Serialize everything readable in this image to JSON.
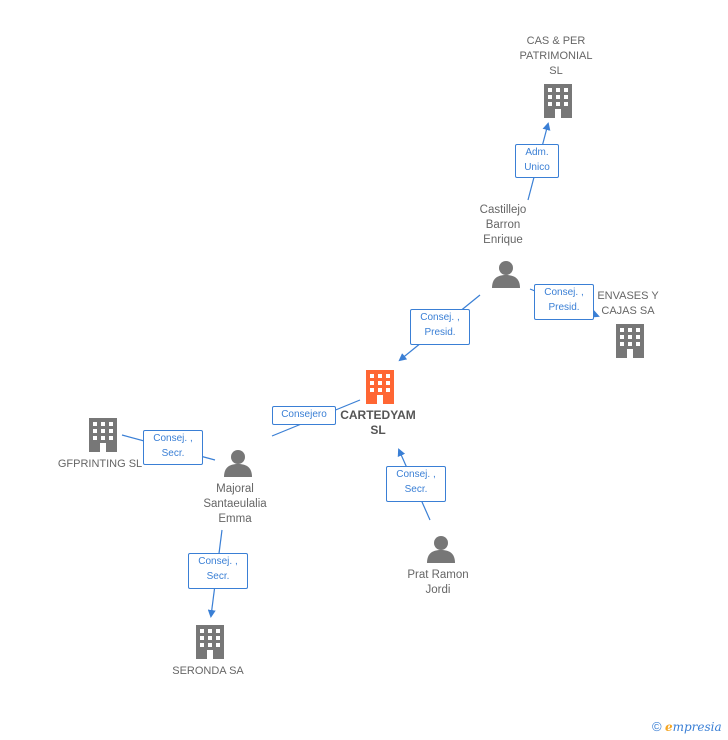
{
  "colors": {
    "focus_company": "#ff6633",
    "company": "#777777",
    "person": "#777777",
    "edge": "#3a7fd5"
  },
  "nodes": {
    "cartedyam": {
      "label": "CARTEDYAM\nSL",
      "icon": "building-icon"
    },
    "cas_per": {
      "label": "CAS & PER\nPATRIMONIAL\nSL",
      "icon": "building-icon"
    },
    "envases": {
      "label": "ENVASES Y\nCAJAS SA",
      "icon": "building-icon"
    },
    "gfprinting": {
      "label": "GFPRINTING SL",
      "icon": "building-icon"
    },
    "seronda": {
      "label": "SERONDA SA",
      "icon": "building-icon"
    },
    "castillejo": {
      "label": "Castillejo\nBarron\nEnrique",
      "icon": "person-icon"
    },
    "majoral": {
      "label": "Majoral\nSantaeulalia\nEmma",
      "icon": "person-icon"
    },
    "prat": {
      "label": "Prat Ramon\nJordi",
      "icon": "person-icon"
    }
  },
  "relations": {
    "adm_unico": "Adm.\nUnico",
    "consej_presid_1": "Consej. ,\nPresid.",
    "consej_presid_2": "Consej. ,\nPresid.",
    "consejero": "Consejero",
    "consej_secr_1": "Consej. ,\nSecr.",
    "consej_secr_2": "Consej. ,\nSecr.",
    "consej_secr_3": "Consej. ,\nSecr."
  },
  "footer": {
    "copyright": "©",
    "brand_first": "e",
    "brand_rest": "mpresia"
  }
}
